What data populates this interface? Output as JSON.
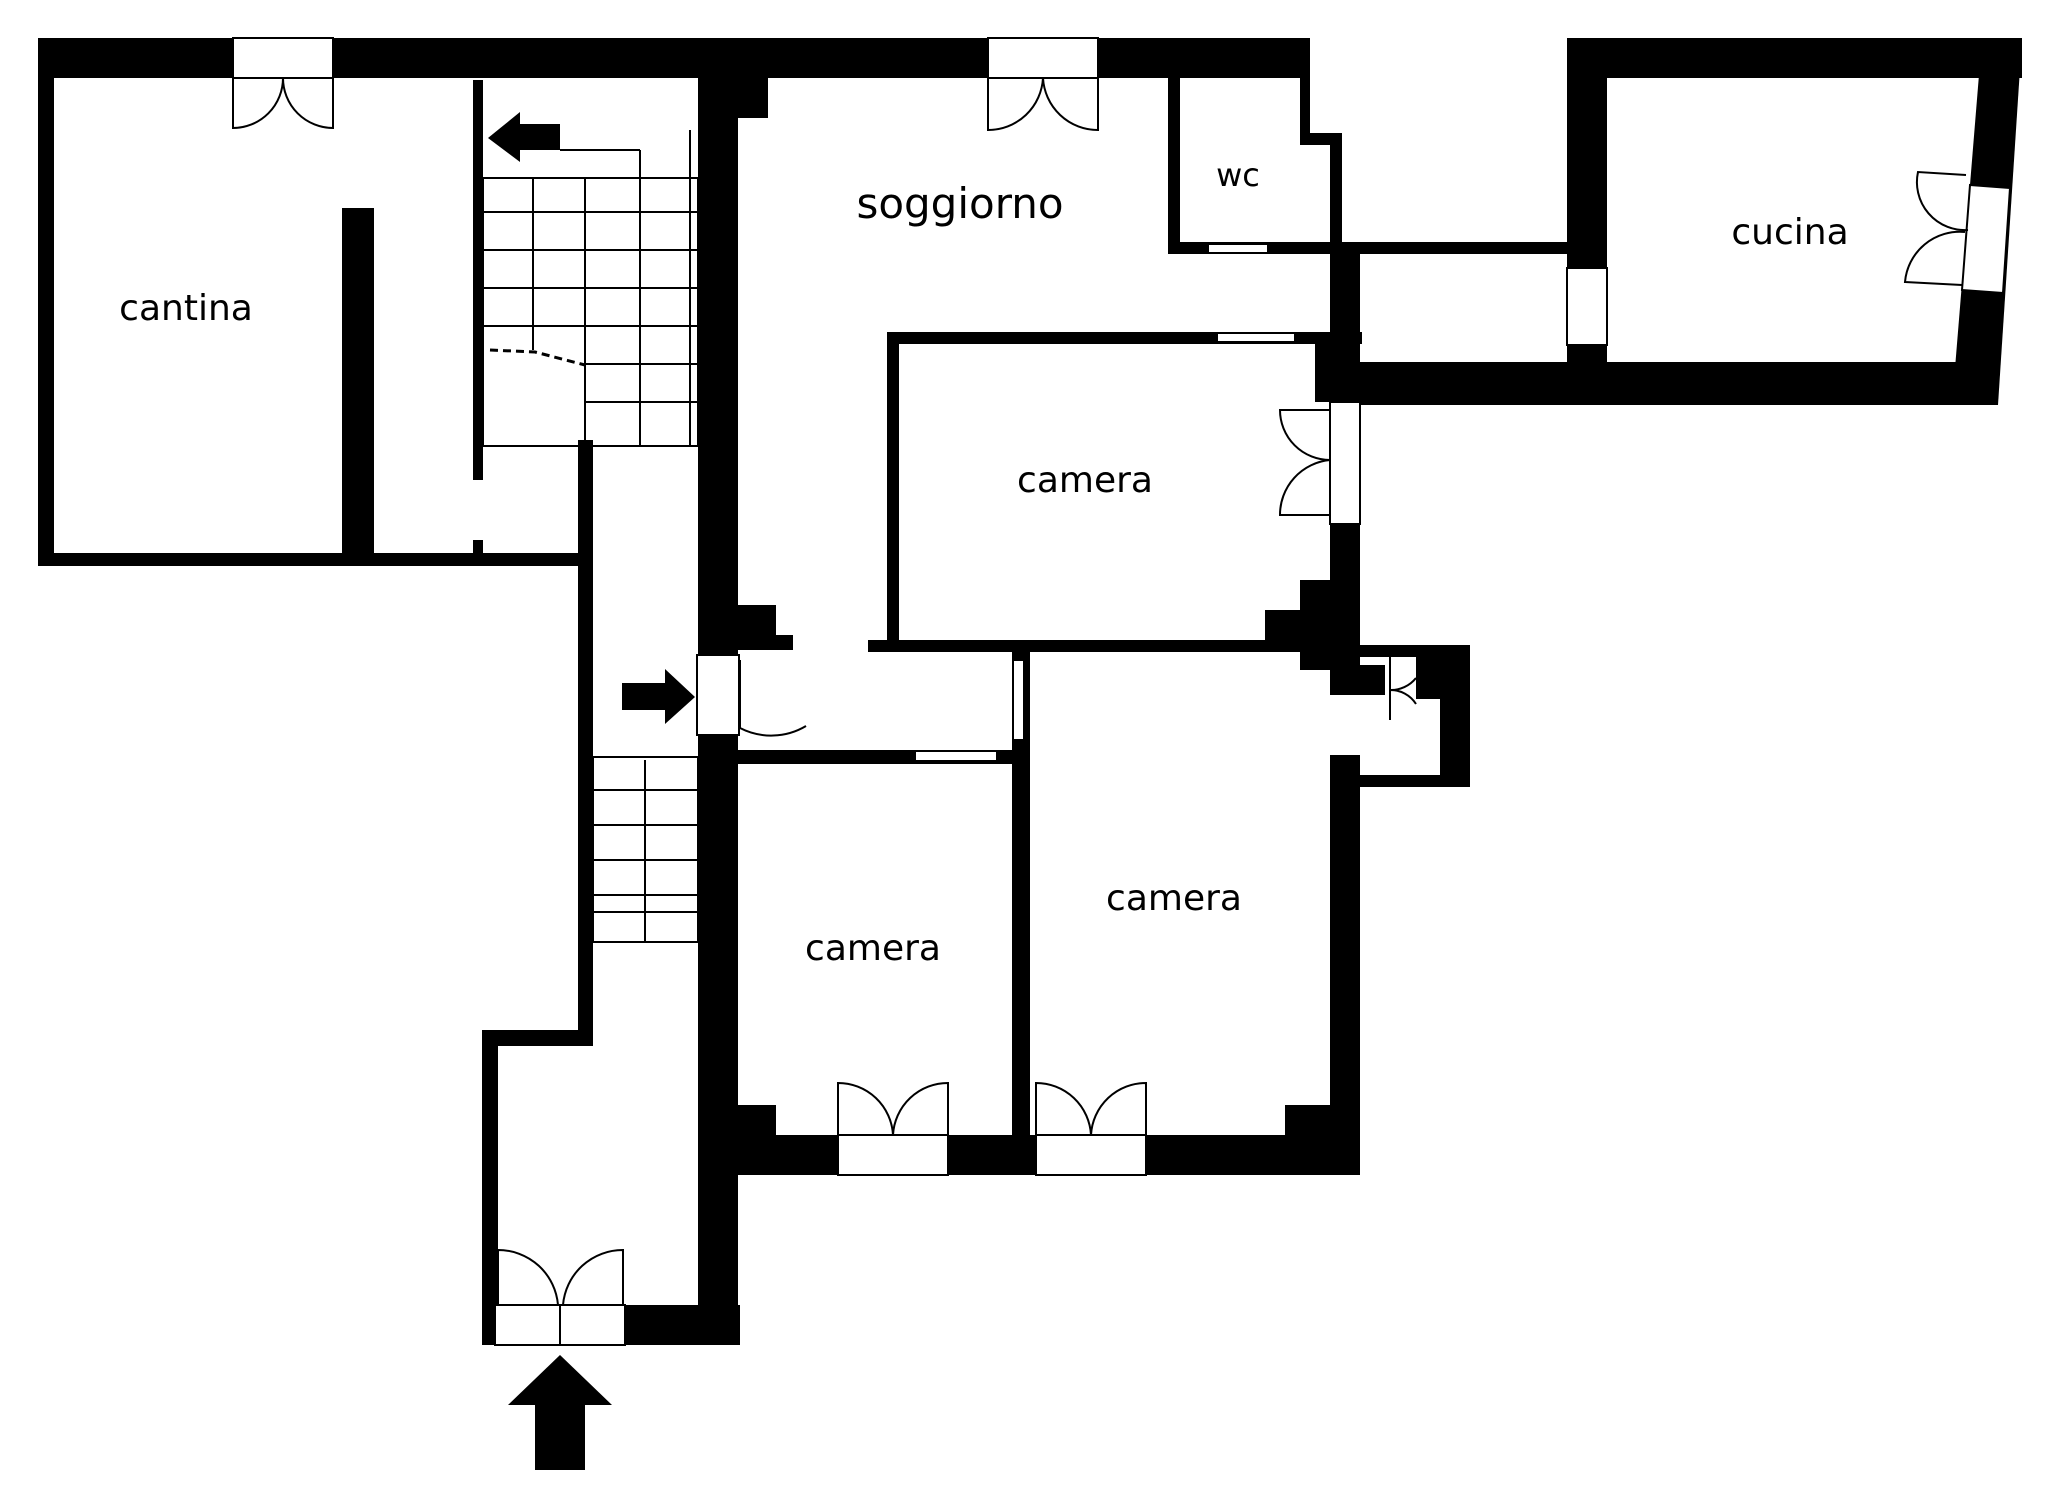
{
  "rooms": {
    "cantina": "cantina",
    "soggiorno": "soggiorno",
    "wc": "wc",
    "cucina": "cucina",
    "camera_middle": "camera",
    "camera_left": "camera",
    "camera_right": "camera"
  },
  "colors": {
    "wall": "#000000",
    "background": "#ffffff"
  },
  "icons": [
    "entrance-arrow-icon",
    "stair-arrow-icon",
    "door-arrow-icon"
  ]
}
